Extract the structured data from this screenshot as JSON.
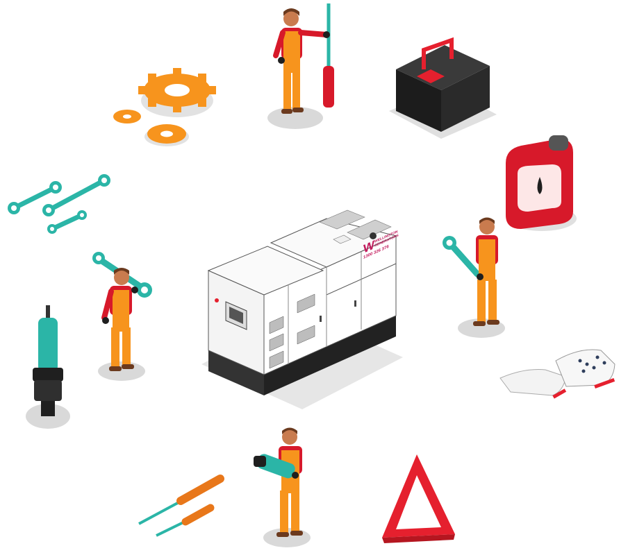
{
  "generator_brand": {
    "logo_text": "W",
    "name_line1": "WELLINGTON",
    "name_line2": "GENERATORS",
    "phone": "1300 326 376"
  },
  "illustration_items": [
    "generator",
    "gears",
    "wrench-set",
    "car-battery",
    "oil-can",
    "gloves",
    "warning-triangle",
    "screwdrivers",
    "spark-plug",
    "mechanic-with-screwdriver",
    "mechanic-with-wrench-on-shoulder",
    "mechanic-holding-wrench",
    "mechanic-with-drill"
  ],
  "colors": {
    "orange": "#f7941d",
    "teal": "#2bb5a7",
    "red": "#e5202e",
    "shadow": "#d9d9d9",
    "skin": "#c97b4e",
    "hair": "#6b3a1e",
    "black": "#1f1f1f"
  }
}
